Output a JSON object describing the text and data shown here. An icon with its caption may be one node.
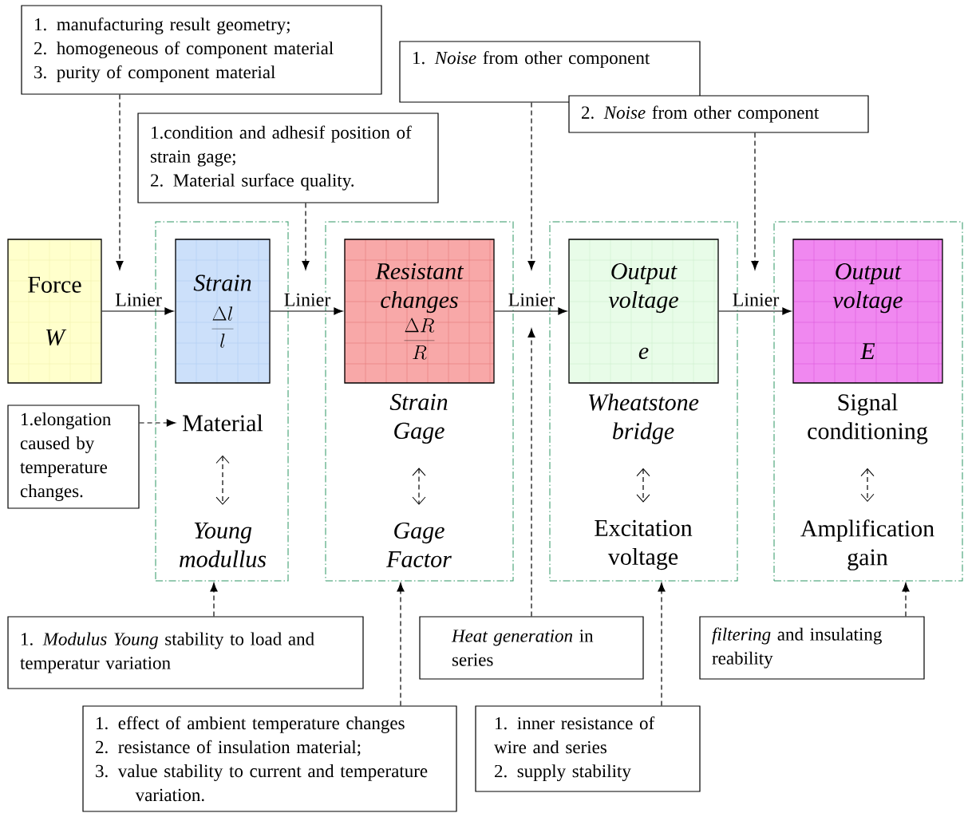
{
  "diagram": {
    "nodes": [
      {
        "text": [
          "Force",
          "W"
        ]
      },
      {
        "text": [
          "1. manufacturing result geometry;",
          "2. homogeneous of component material",
          "3. purity of component material"
        ]
      },
      {
        "text": [
          "1.condition and adhesif position of strain gage;",
          "2. Material surface quality."
        ]
      },
      {
        "text": [
          "1. *Noise* from other component"
        ]
      },
      {
        "text": [
          "2. *Noise* from other component"
        ]
      },
      {
        "text": [],
        "shape": "box"
      },
      {
        "text": [
          "Strain",
          "\\frac{\\Delta l}{l}"
        ],
        "in": 5
      },
      {
        "text": [
          "Material"
        ],
        "in": 5
      },
      {
        "text": [
          "Young modullus"
        ],
        "in": 5
      },
      {
        "text": [],
        "shape": "box"
      },
      {
        "text": [
          "Resistant changes",
          "\\frac{\\Delta R}{R}"
        ],
        "in": 9
      },
      {
        "text": [
          "Strain Gage"
        ],
        "in": 9
      },
      {
        "text": [
          "Gage Factor"
        ],
        "in": 9
      },
      {
        "text": [],
        "shape": "box"
      },
      {
        "text": [
          "Output voltage",
          "e"
        ],
        "in": 13
      },
      {
        "text": [
          "Wheatstone bridge"
        ],
        "in": 13
      },
      {
        "text": [
          "Excitation voltage"
        ],
        "in": 13
      },
      {
        "text": [],
        "shape": "box"
      },
      {
        "text": [
          "Output voltage",
          "E"
        ],
        "in": 17
      },
      {
        "text": [
          "Signal conditioning"
        ],
        "in": 17
      },
      {
        "text": [
          "Amplification gain"
        ],
        "in": 17
      },
      {
        "text": [
          "1.elongation caused by temperature changes."
        ]
      },
      {
        "text": [
          "1. *Modulus Young* stability to load and temperatur variation"
        ]
      },
      {
        "text": [
          "*Heat generation* in series"
        ]
      },
      {
        "text": [
          "*filtering* and insulating reability"
        ]
      },
      {
        "text": [
          "1. effect of ambient temperature changes",
          "2. resistance of insulation material;",
          "3. value stability to current and temperature variation."
        ]
      },
      {
        "text": [
          "1. inner resistance of wire and series",
          "2. supply stability"
        ]
      }
    ],
    "edges": [
      {
        "from": 0,
        "to": 6,
        "arrow": "to",
        "label": "Linier"
      },
      {
        "from": 6,
        "to": 10,
        "arrow": "to",
        "label": "Linier"
      },
      {
        "from": 10,
        "to": 14,
        "arrow": "to",
        "label": "Linier"
      },
      {
        "from": 14,
        "to": 18,
        "arrow": "to",
        "label": "Linier"
      },
      {
        "from": 1,
        "to": null,
        "arrow": "to",
        "style": "dashed"
      },
      {
        "from": 2,
        "to": null,
        "arrow": "to",
        "style": "dashed"
      },
      {
        "from": 3,
        "to": null,
        "arrow": "to",
        "style": "dashed"
      },
      {
        "from": 4,
        "to": null,
        "arrow": "to",
        "style": "dashed"
      },
      {
        "from": 23,
        "to": null,
        "arrow": "to",
        "style": "dashed"
      },
      {
        "from": 21,
        "to": 7,
        "arrow": "to",
        "style": "dashed"
      },
      {
        "from": 22,
        "to": 5,
        "arrow": "to",
        "style": "dashed"
      },
      {
        "from": 25,
        "to": 9,
        "arrow": "to",
        "style": "dashed"
      },
      {
        "from": 26,
        "to": 13,
        "arrow": "to",
        "style": "dashed"
      },
      {
        "from": 24,
        "to": 17,
        "arrow": "to",
        "style": "dashed"
      },
      {
        "from": 7,
        "to": 8,
        "arrow": "both",
        "style": "dashed"
      },
      {
        "from": 11,
        "to": 12,
        "arrow": "both",
        "style": "dashed"
      },
      {
        "from": 15,
        "to": 16,
        "arrow": "both",
        "style": "dashed"
      },
      {
        "from": 19,
        "to": 20,
        "arrow": "both",
        "style": "dashed"
      }
    ]
  }
}
